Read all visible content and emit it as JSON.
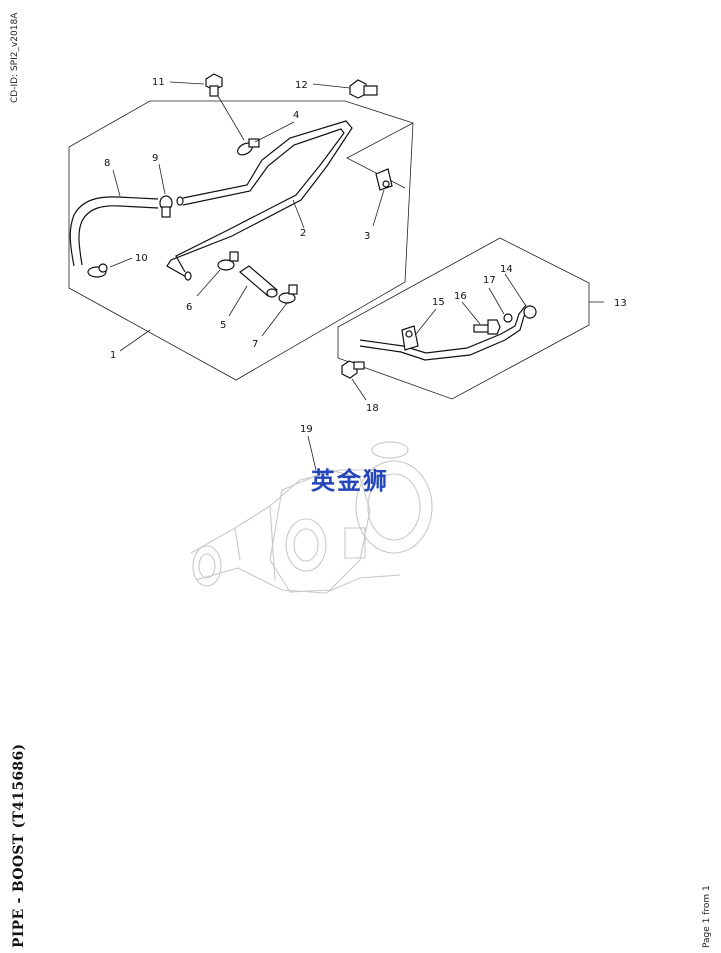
{
  "document": {
    "id": "CD-ID: SPI2_v2018A",
    "title": "PIPE - BOOST (T415686)",
    "footer": "Page 1 from 1"
  },
  "watermark": {
    "text": "英金狮",
    "color": "#2546b8"
  },
  "callouts": [
    "1",
    "2",
    "3",
    "4",
    "5",
    "6",
    "7",
    "8",
    "9",
    "10",
    "11",
    "12",
    "13",
    "14",
    "15",
    "16",
    "17",
    "18",
    "19"
  ]
}
